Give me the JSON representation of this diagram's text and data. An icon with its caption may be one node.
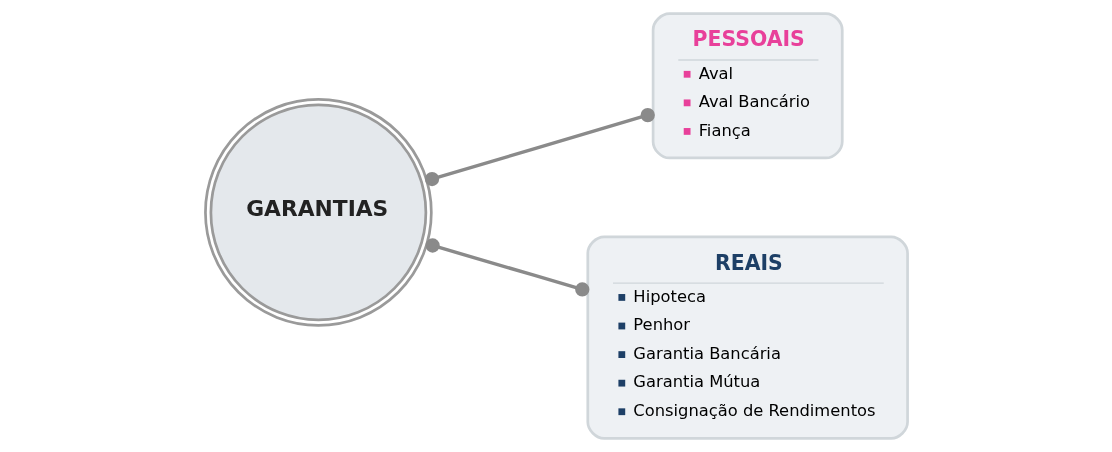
{
  "diagram": {
    "nodes": [
      {
        "text": [
          "GARANTIAS"
        ]
      },
      {
        "text": [
          "PESSOAIS",
          "Aval",
          "Aval Bancário",
          "Fiança"
        ]
      },
      {
        "text": [
          "REAIS",
          "Hipoteca",
          "Penhor",
          "Garantia Bancária",
          "Garantia Mútua",
          "Consignação de Rendimentos"
        ]
      }
    ],
    "edges": [
      {
        "from": 0,
        "to": 1,
        "arrow": "other"
      },
      {
        "from": 0,
        "to": 2,
        "arrow": "other"
      }
    ]
  }
}
